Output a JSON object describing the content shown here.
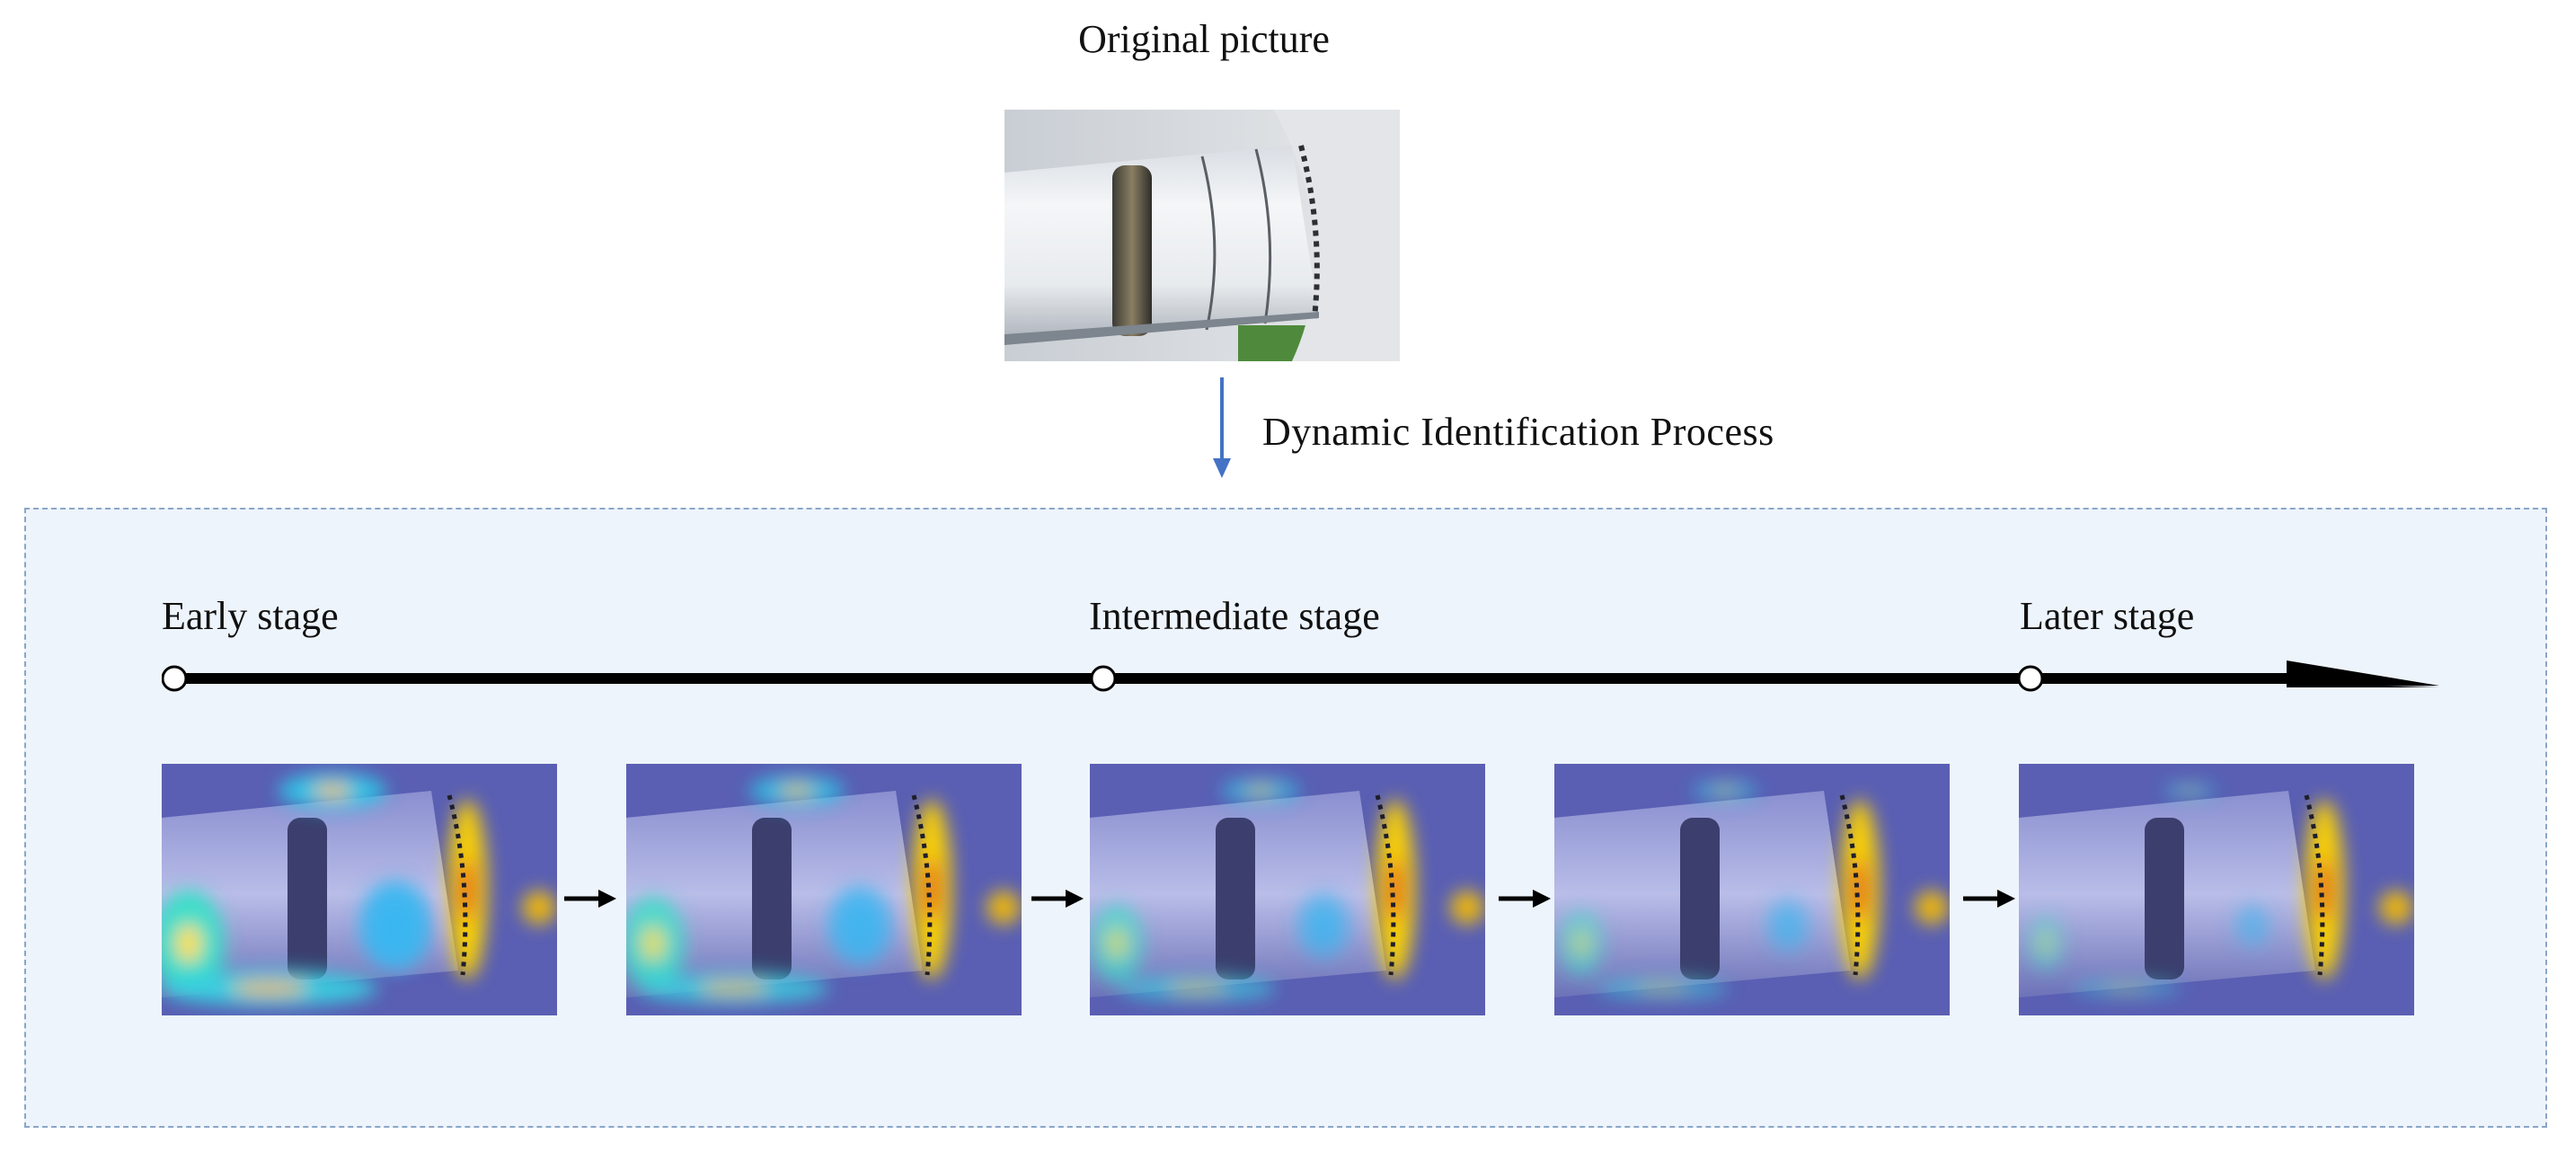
{
  "original": {
    "title": "Original picture"
  },
  "process": {
    "label": "Dynamic Identification Process"
  },
  "stages": [
    {
      "label": "Early stage"
    },
    {
      "label": "Intermediate stage"
    },
    {
      "label": "Later stage"
    }
  ],
  "heatmaps": [
    {
      "intensity": 1.0
    },
    {
      "intensity": 0.8
    },
    {
      "intensity": 0.55
    },
    {
      "intensity": 0.35
    },
    {
      "intensity": 0.18
    }
  ],
  "colors": {
    "panel_bg": "#eef4fb",
    "panel_border": "#8aa6c8",
    "process_arrow": "#4472c4",
    "timeline": "#000000"
  }
}
